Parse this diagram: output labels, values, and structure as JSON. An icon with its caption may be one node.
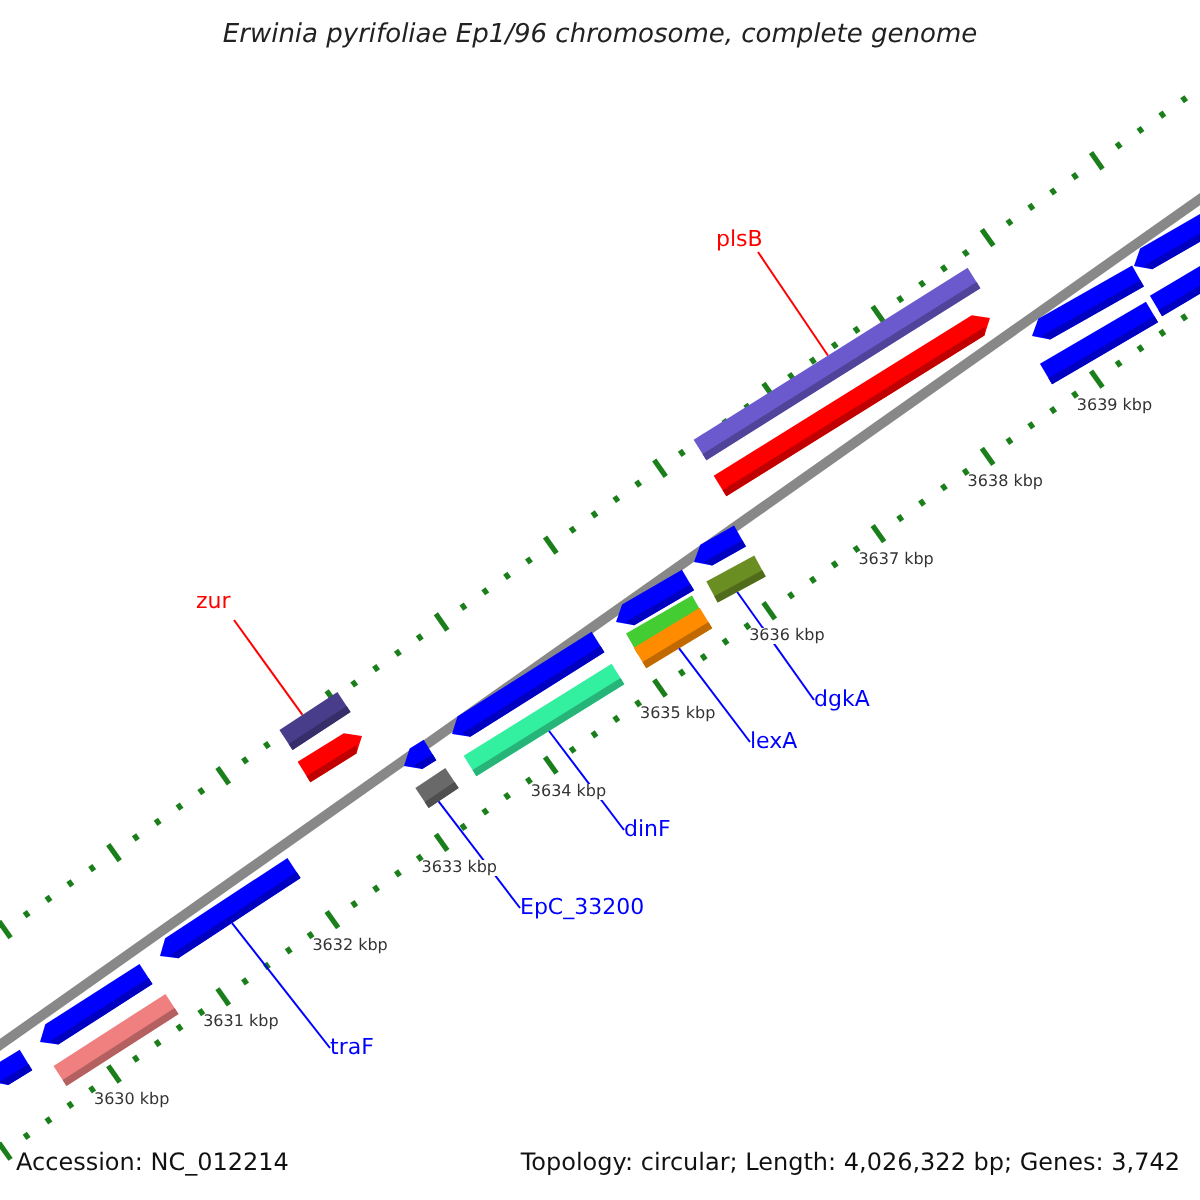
{
  "diagram": {
    "title": "Erwinia pyrifoliae Ep1/96 chromosome, complete genome",
    "nodes": [
      {
        "text": [
          "zur"
        ]
      },
      {
        "text": [
          "plsB"
        ]
      },
      {
        "text": [
          "traF"
        ]
      },
      {
        "text": [
          "EpC_33200"
        ]
      },
      {
        "text": [
          "dinF"
        ]
      },
      {
        "text": [
          "lexA"
        ]
      },
      {
        "text": [
          "dgkA"
        ]
      },
      {
        "text": [],
        "shape": "bar"
      },
      {
        "text": [],
        "shape": "bar"
      },
      {
        "text": [],
        "shape": "bar"
      },
      {
        "text": [],
        "shape": "bar"
      },
      {
        "text": [],
        "shape": "bar"
      },
      {
        "text": [],
        "shape": "bar"
      },
      {
        "text": [],
        "shape": "bar"
      }
    ],
    "edges": [
      {
        "from": 0,
        "to": 8,
        "arrow": "none",
        "color": "#ff0000"
      },
      {
        "from": 1,
        "to": 12,
        "arrow": "none",
        "color": "#ff0000"
      },
      {
        "from": 2,
        "to": 7,
        "arrow": "none"
      },
      {
        "from": 3,
        "to": 9,
        "arrow": "none"
      },
      {
        "from": 4,
        "to": 10,
        "arrow": "none"
      },
      {
        "from": 5,
        "to": 11,
        "arrow": "none"
      },
      {
        "from": 6,
        "to": 13,
        "arrow": "none"
      }
    ],
    "labels": [
      "3639 kbp",
      "3638 kbp",
      "3637 kbp",
      "3636 kbp",
      "3635 kbp",
      "3634 kbp",
      "3633 kbp",
      "3632 kbp",
      "3631 kbp",
      "3630 kbp",
      "Accession: NC_012214",
      "Topology: circular; Length: 4,026,322 bp; Genes: 3,742"
    ]
  }
}
